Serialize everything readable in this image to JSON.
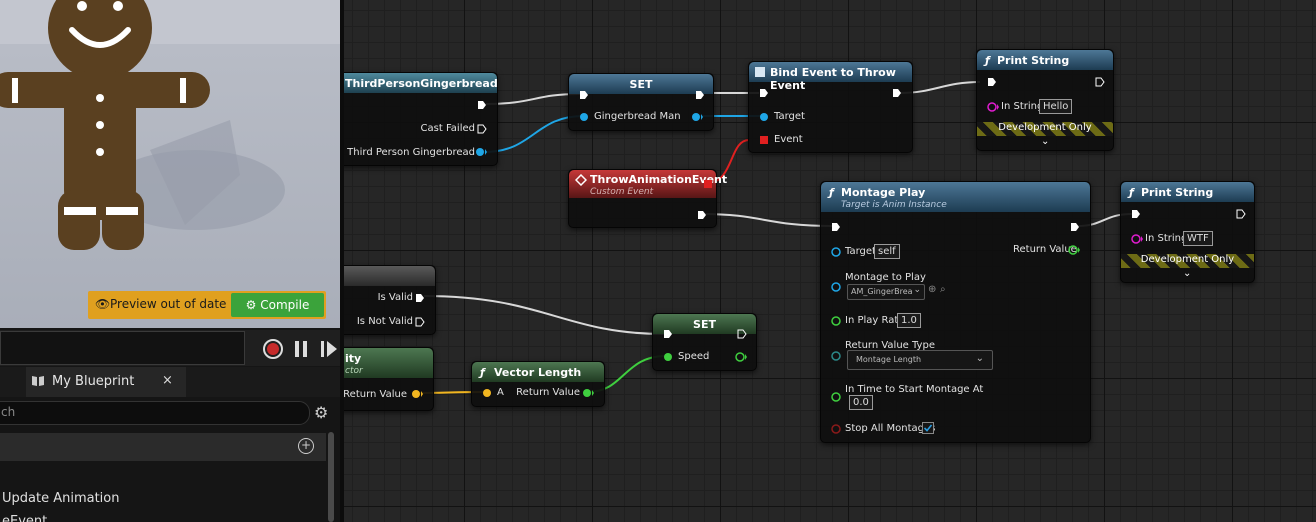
{
  "left_panel": {
    "preview_warning": "Preview out of date",
    "compile_label": "Compile",
    "tab_label": "My Blueprint",
    "tab_close": "×",
    "search_placeholder": "ch",
    "items": [
      "Update Animation",
      "eEvent"
    ]
  },
  "nodes": {
    "cast": {
      "title": "ThirdPersonGingerbread",
      "cast_failed": "Cast Failed",
      "as_output": "As BP Third Person Gingerbread"
    },
    "set1": {
      "title": "SET",
      "pin": "Gingerbread Man"
    },
    "bind": {
      "title": "Bind Event to Throw Event",
      "target": "Target",
      "event": "Event"
    },
    "print1": {
      "title": "Print String",
      "in_string_label": "In String",
      "in_string_value": "Hello",
      "dev_only": "Development Only"
    },
    "throw": {
      "title": "ThrowAnimationEvent",
      "subtitle": "Custom Event"
    },
    "montage": {
      "title": "Montage Play",
      "subtitle": "Target is Anim Instance",
      "target_label": "Target",
      "target_value": "self",
      "return_value": "Return Value",
      "montage_label": "Montage to Play",
      "montage_value": "AM_GingerBrea",
      "play_rate_label": "In Play Rate",
      "play_rate_value": "1.0",
      "rvt_label": "Return Value Type",
      "rvt_value": "Montage Length",
      "time_label": "In Time to Start Montage At",
      "time_value": "0.0",
      "stop_label": "Stop All Montages"
    },
    "print2": {
      "title": "Print String",
      "in_string_label": "In String",
      "in_string_value": "WTF",
      "dev_only": "Development Only"
    },
    "isvalid": {
      "is_valid": "Is Valid",
      "is_not_valid": "Is Not Valid"
    },
    "set2": {
      "title": "SET",
      "pin": "Speed"
    },
    "velocity": {
      "title": "ity",
      "subtitle": "ctor",
      "return_value": "Return Value"
    },
    "vlen": {
      "title": "Vector Length",
      "a": "A",
      "return_value": "Return Value"
    }
  },
  "colors": {
    "exec": "#ffffff",
    "object": "#1fa6e6",
    "vector": "#f2b620",
    "float": "#3fcf3f",
    "string": "#e01ccf",
    "event": "#e02020"
  }
}
